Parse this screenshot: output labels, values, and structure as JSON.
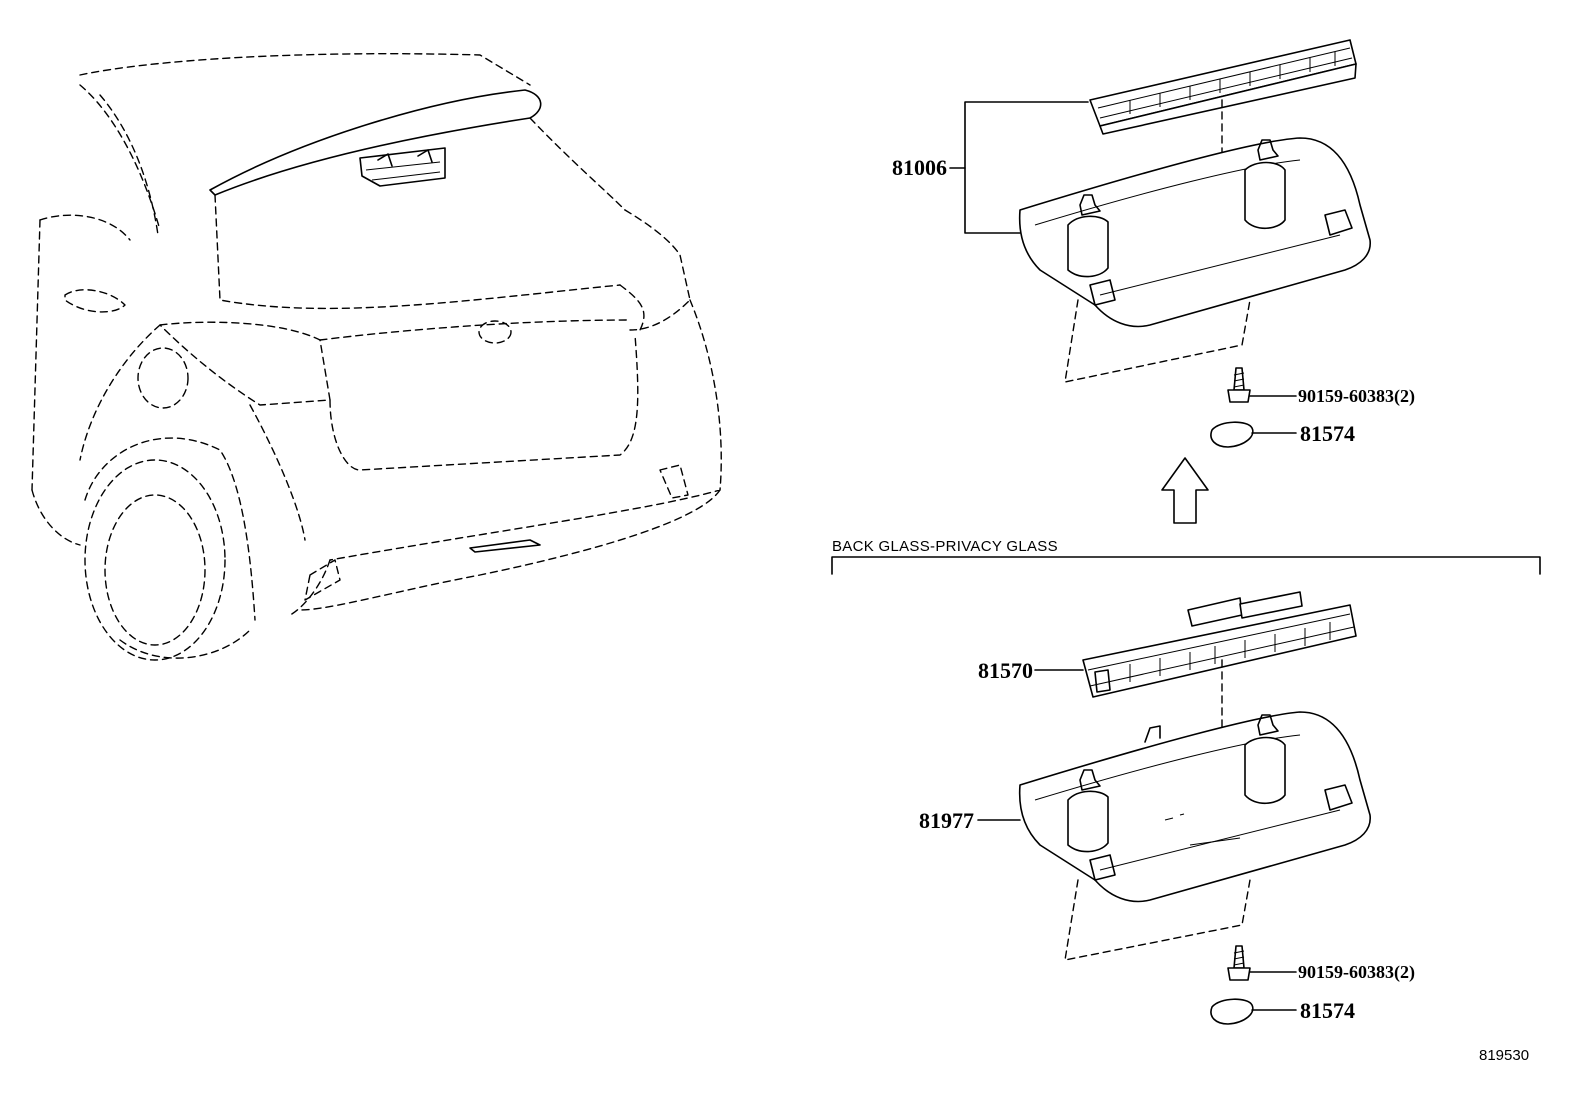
{
  "diagram": {
    "variant_caption": "BACK GLASS-PRIVACY GLASS",
    "figure_number": "819530",
    "callouts": [
      {
        "id": "upper_assembly",
        "label": "81006"
      },
      {
        "id": "upper_screw",
        "label": "90159-60383(2)"
      },
      {
        "id": "upper_cover",
        "label": "81574"
      },
      {
        "id": "lower_lamp",
        "label": "81570"
      },
      {
        "id": "lower_housing",
        "label": "81977"
      },
      {
        "id": "lower_screw",
        "label": "90159-60383(2)"
      },
      {
        "id": "lower_cover",
        "label": "81574"
      }
    ]
  }
}
